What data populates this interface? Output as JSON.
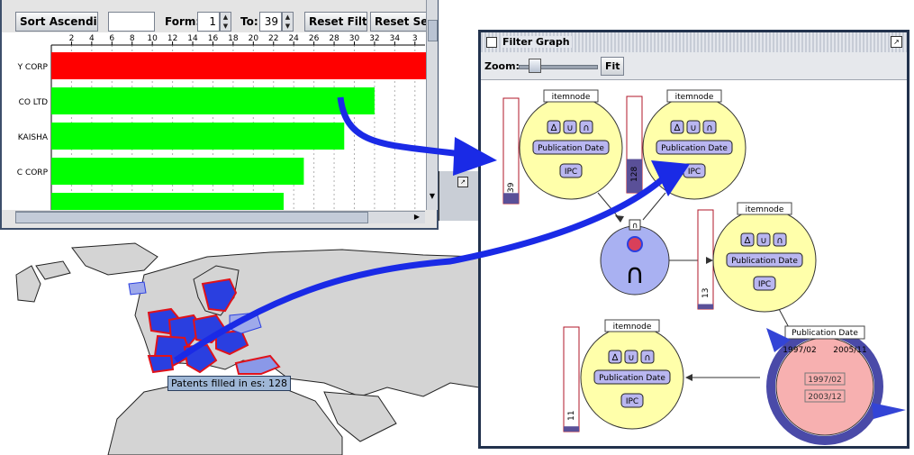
{
  "chart_window": {
    "toolbar": {
      "sort_button": "Sort Ascending",
      "search_value": "",
      "from_label": "Form:",
      "from_value": "1",
      "to_label": "To:",
      "to_value": "39",
      "reset_filter_button": "Reset Filter",
      "reset_selection_button": "Reset Sele"
    }
  },
  "chart_data": {
    "type": "bar",
    "orientation": "horizontal",
    "categories": [
      "Y CORP",
      "CO LTD",
      "KAISHA",
      "C CORP",
      ""
    ],
    "values": [
      38,
      32,
      29,
      25,
      23
    ],
    "highlight_colors": [
      "#ff0000",
      "#00ff00",
      "#00ff00",
      "#00ff00",
      "#00ff00"
    ],
    "tick_labels": [
      "2",
      "4",
      "6",
      "8",
      "10",
      "12",
      "14",
      "16",
      "18",
      "20",
      "22",
      "24",
      "26",
      "28",
      "30",
      "32",
      "34",
      "3"
    ],
    "xlim": [
      0,
      37
    ],
    "grid": true
  },
  "map_window": {
    "tooltip": "Patents filled in es: 128",
    "highlight_color": "#2a3fe0",
    "border_color": "#e0121a"
  },
  "graph_window": {
    "title": "Filter Graph",
    "zoom_label": "Zoom:",
    "zoom_level": 0.2,
    "fit_button": "Fit",
    "nodes": {
      "item1": {
        "label": "itemnode",
        "pub": "Publication Date",
        "ipc": "IPC",
        "ops": [
          "∆",
          "∪",
          "∩"
        ]
      },
      "item2": {
        "label": "itemnode",
        "pub": "Publication Date",
        "ipc": "IPC",
        "ops": [
          "∆",
          "∪",
          "∩"
        ]
      },
      "item3": {
        "label": "itemnode",
        "pub": "Publication Date",
        "ipc": "IPC",
        "ops": [
          "∆",
          "∪",
          "∩"
        ]
      },
      "item4": {
        "label": "itemnode",
        "pub": "Publication Date",
        "ipc": "IPC",
        "ops": [
          "∆",
          "∪",
          "∩"
        ]
      },
      "intersect": {
        "label": "∩",
        "symbol": "∩"
      },
      "pubdate": {
        "label": "Publication Date",
        "start": "1997/02",
        "end": "2005/11",
        "sel_start": "1997/02",
        "sel_end": "2003/12"
      }
    },
    "counts": {
      "c1": "39",
      "c2": "128",
      "c3": "13",
      "c4": "11"
    },
    "fill_fractions": {
      "c1": 0.1,
      "c2": 0.35,
      "c3": 0.05,
      "c4": 0.05
    }
  }
}
